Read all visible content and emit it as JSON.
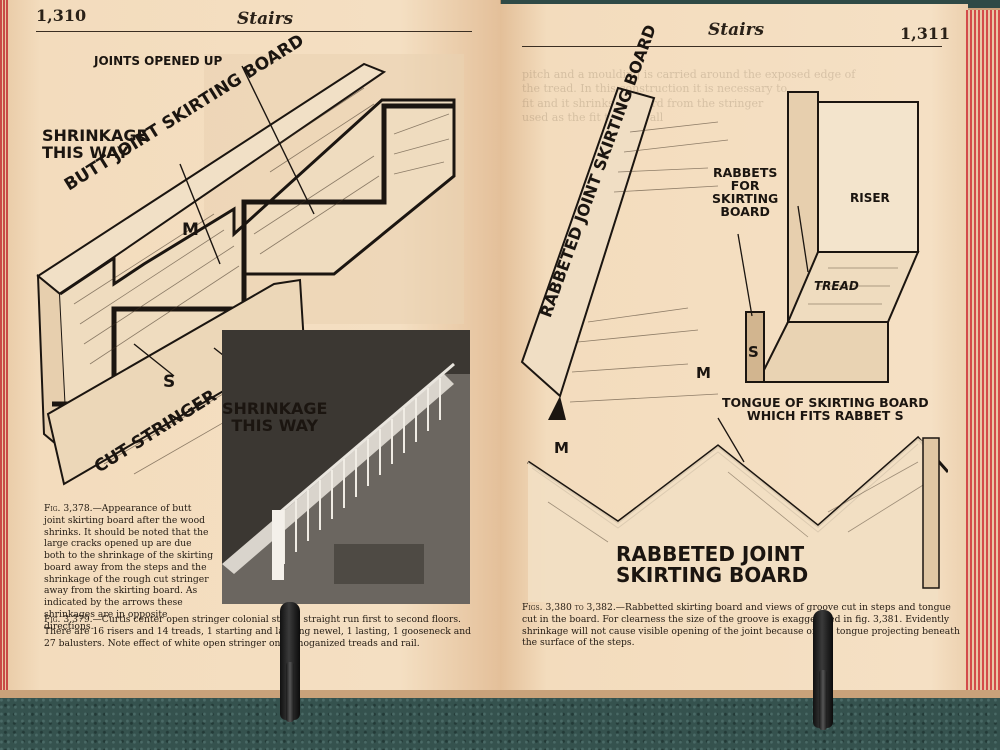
{
  "left_page": {
    "page_number": "1,310",
    "running_head": "Stairs",
    "figure_top": {
      "labels": {
        "joints_opened_up": "JOINTS OPENED UP",
        "shrinkage_top": "SHRINKAGE\nTHIS WAY",
        "butt_joint": "BUTT JOINT SKIRTING BOARD",
        "m": "M",
        "s": "S",
        "cut_stringer": "CUT STRINGER",
        "shrinkage_bottom": "SHRINKAGE\nTHIS WAY"
      }
    },
    "caption_3378": {
      "fig_no": "Fig. 3,378.",
      "text": "—Appearance of butt joint skirting board after the wood shrinks. It should be noted that the large cracks opened up are due both to the shrinkage of the skirting board away from the steps and the shrinkage of the rough cut stringer away from the skirting board. As indicated by the arrows these shrinkages are in opposite directions."
    },
    "caption_3379": {
      "fig_no": "Fig. 3,379.",
      "text_line1": "—Curtis center open stringer colonial stairs, straight run first to second floors.",
      "text_line2": "There are 16 risers and 14 treads, 1 starting and landing newel, 1 lasting, 1 gooseneck and",
      "text_line3": "27 balusters.  Note effect of white open stringer on mahoganized treads and rail."
    }
  },
  "right_page": {
    "page_number": "1,311",
    "running_head": "Stairs",
    "figure_top": {
      "labels": {
        "rabbeted_joint": "RABBETED JOINT SKIRTING BOARD",
        "rabbets_for": "RABBETS\nFOR\nSKIRTING\nBOARD",
        "riser": "RISER",
        "tread": "TREAD",
        "m": "M",
        "s": "S",
        "tongue": "TONGUE OF SKIRTING BOARD\nWHICH FITS RABBET S"
      }
    },
    "figure_bottom": {
      "labels": {
        "m": "M",
        "title": "RABBETED JOINT\nSKIRTING BOARD"
      }
    },
    "caption_3380": {
      "fig_no": "Figs. 3,380 to 3,382.",
      "text_line1": "—Rabbetted skirting board and views of groove cut in steps and tongue",
      "text_line2": "cut in the board.  For clearness the size of the groove is exaggerated in fig. 3,381.  Evidently",
      "text_line3": "shrinkage will not cause visible opening of the joint because of the tongue projecting beneath",
      "text_line4": "the surface of the steps."
    }
  },
  "colors": {
    "page": "#f4dfc2",
    "ink": "#1b1510",
    "edge": "#d34a4a",
    "carpet": "#35524e"
  }
}
